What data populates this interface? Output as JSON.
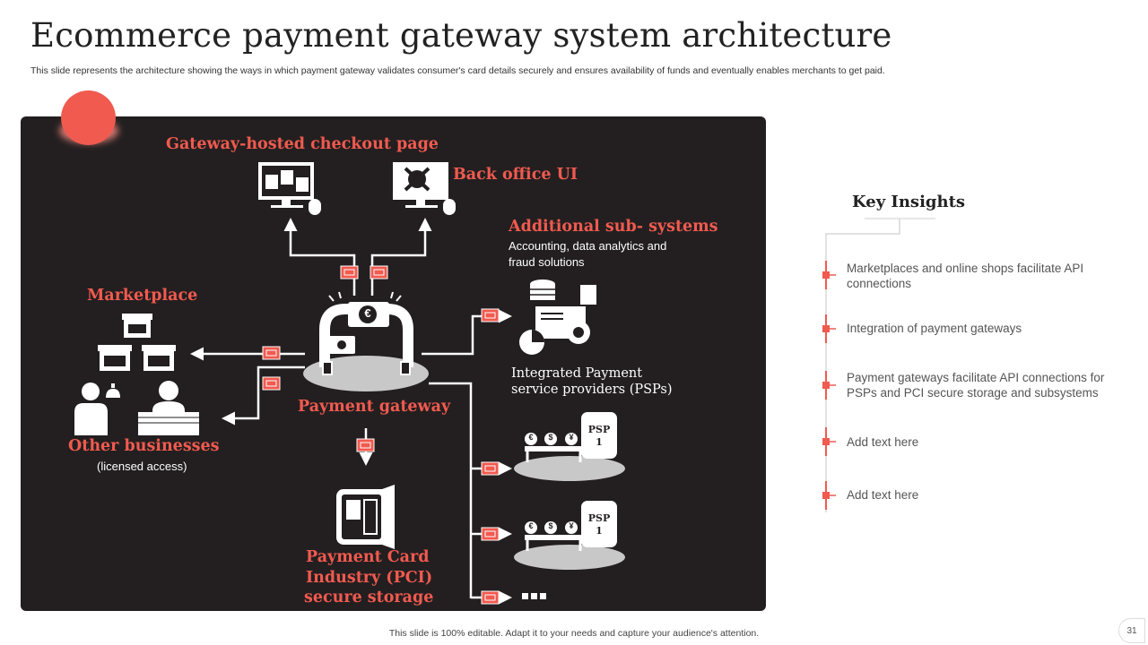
{
  "header": {
    "title": "Ecommerce payment gateway system architecture",
    "subtitle": "This slide represents the architecture showing the ways in which payment gateway validates consumer's card details securely and ensures availability of funds and eventually enables merchants to get paid."
  },
  "diagram": {
    "checkout_label": "Gateway-hosted checkout page",
    "backoffice_label": "Back office UI",
    "subsystems_label": "Additional sub- systems",
    "subsystems_desc_1": "Accounting, data analytics and",
    "subsystems_desc_2": "fraud solutions",
    "marketplace_label": "Marketplace",
    "other_label": "Other businesses",
    "other_sub": "(licensed access)",
    "gateway_label": "Payment gateway",
    "psp_label_1": "Integrated Payment",
    "psp_label_2": "service providers (PSPs)",
    "psp_tag_1a": "PSP",
    "psp_tag_1b": "1",
    "psp_tag_2a": "PSP",
    "psp_tag_2b": "1",
    "pci_line_1": "Payment Card",
    "pci_line_2": "Industry (PCI)",
    "pci_line_3": "secure storage",
    "coin_1": "€",
    "coin_2": "$",
    "coin_3": "¥",
    "gateway_coin": "€"
  },
  "key_insights": {
    "title": "Key Insights",
    "items": [
      "Marketplaces and online shops facilitate API connections",
      "Integration of payment gateways",
      "Payment gateways facilitate API connections for PSPs and PCI secure storage and subsystems",
      "Add text here",
      "Add text here"
    ]
  },
  "footer": {
    "text": "This slide is 100% editable. Adapt it to your needs and capture your audience's attention.",
    "page_number": "31"
  },
  "colors": {
    "accent": "#f15a4f",
    "panel": "#231f20"
  }
}
